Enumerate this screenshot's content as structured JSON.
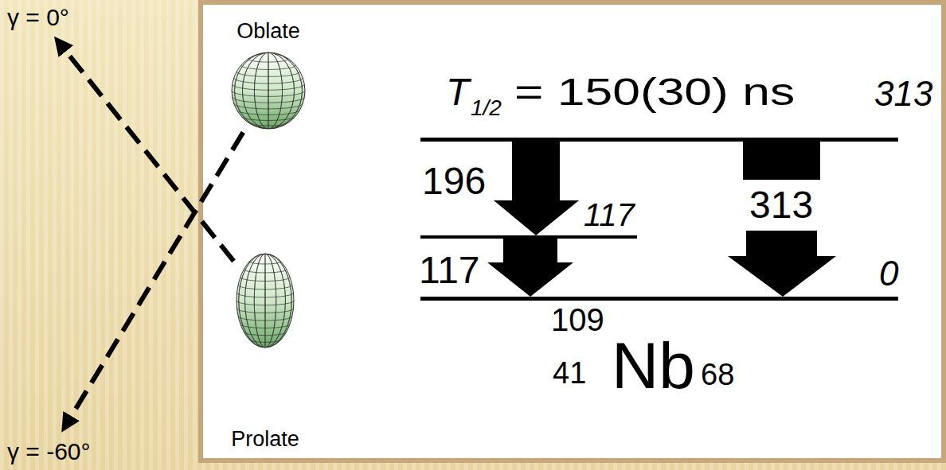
{
  "diagram": {
    "nodes": [
      {
        "text": [
          "γ = 0°"
        ]
      },
      {
        "text": [
          "Oblate"
        ]
      },
      {
        "text": [
          "Prolate"
        ]
      },
      {
        "text": [
          "γ = -60°"
        ]
      }
    ],
    "edges": [
      {
        "from": 1,
        "to": 3,
        "arrow": "to"
      },
      {
        "from": 2,
        "to": 0,
        "arrow": "to"
      }
    ],
    "labels": [
      "T",
      "1/2",
      "= 150(30) ns",
      "313",
      "196",
      "117",
      "313",
      "117",
      "0",
      "109",
      "Nb",
      "41",
      "68"
    ]
  }
}
